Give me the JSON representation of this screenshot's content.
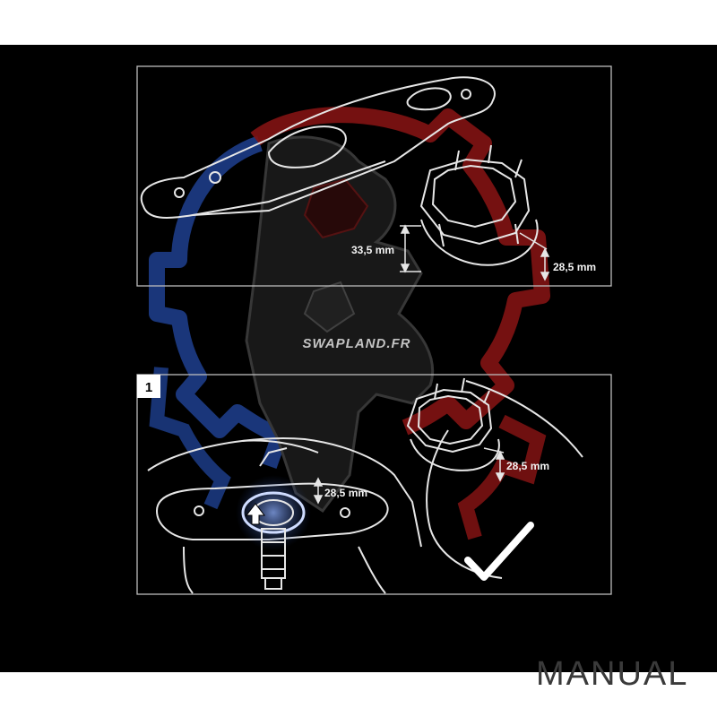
{
  "watermark": {
    "brand": "SWAPLAND.FR",
    "colors": {
      "blue": "#1f3f8f",
      "red": "#8a1414",
      "gray": "#3a3a3a"
    }
  },
  "panels": [
    {
      "name": "top",
      "dimensions": [
        "33,5 mm",
        "28,5 mm"
      ]
    },
    {
      "name": "bottom",
      "step": "1",
      "dimensions": [
        "28,5 mm",
        "28,5 mm"
      ],
      "status_icon": "checkmark-icon"
    }
  ],
  "footer": {
    "label": "MANUAL"
  },
  "colors": {
    "background": "#000000",
    "band": "#ffffff",
    "line": "#e6e6e6",
    "highlight": "#cfdcff"
  }
}
